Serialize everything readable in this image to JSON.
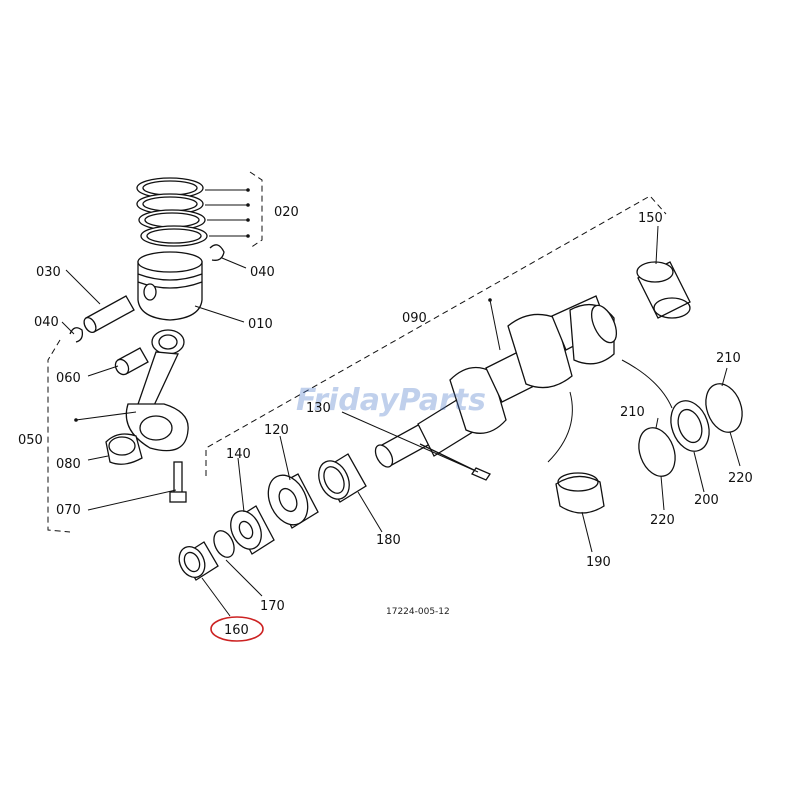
{
  "watermark": "FridayParts",
  "drawing_code": "17224-005-12",
  "highlight_color": "#cc2222",
  "labels": {
    "p010": "010",
    "p020": "020",
    "p030": "030",
    "p040a": "040",
    "p040b": "040",
    "p050": "050",
    "p060": "060",
    "p070": "070",
    "p080": "080",
    "p090": "090",
    "p120": "120",
    "p130": "130",
    "p140": "140",
    "p150": "150",
    "p160": "160",
    "p170": "170",
    "p180": "180",
    "p190": "190",
    "p200": "200",
    "p210a": "210",
    "p210b": "210",
    "p220a": "220",
    "p220b": "220"
  }
}
